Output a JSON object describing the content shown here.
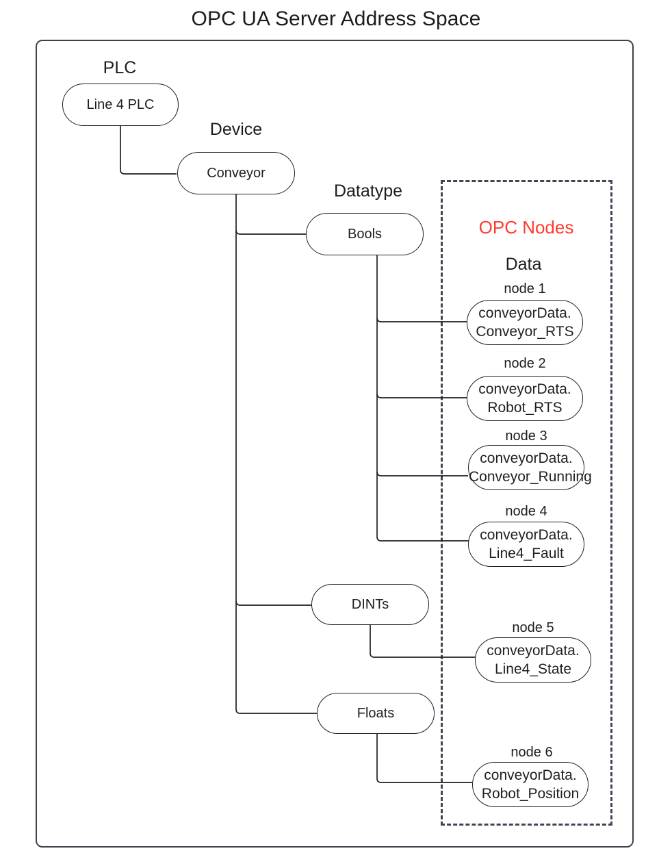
{
  "title": "OPC UA Server Address Space",
  "colors": {
    "frame_stroke": "#3b414d",
    "dashed_stroke": "#3e4553",
    "node_stroke": "#1f1f1f",
    "text": "#1c1c1c",
    "accent_red": "#ff3b30",
    "background": "#ffffff"
  },
  "captions": {
    "plc": "PLC",
    "device": "Device",
    "datatype": "Datatype",
    "opc_nodes": "OPC Nodes",
    "data": "Data"
  },
  "nodes": {
    "plc": {
      "label": "Line 4 PLC"
    },
    "device": {
      "label": "Conveyor"
    },
    "datatypes": [
      {
        "label": "Bools"
      },
      {
        "label": "DINTs"
      },
      {
        "label": "Floats"
      }
    ]
  },
  "opc_nodes": [
    {
      "caption": "node 1",
      "line1": "conveyorData.",
      "line2": "Conveyor_RTS",
      "parent": "Bools"
    },
    {
      "caption": "node 2",
      "line1": "conveyorData.",
      "line2": "Robot_RTS",
      "parent": "Bools"
    },
    {
      "caption": "node 3",
      "line1": "conveyorData.",
      "line2": "Conveyor_Running",
      "parent": "Bools"
    },
    {
      "caption": "node 4",
      "line1": "conveyorData.",
      "line2": "Line4_Fault",
      "parent": "Bools"
    },
    {
      "caption": "node 5",
      "line1": "conveyorData.",
      "line2": "Line4_State",
      "parent": "DINTs"
    },
    {
      "caption": "node 6",
      "line1": "conveyorData.",
      "line2": "Robot_Position",
      "parent": "Floats"
    }
  ]
}
